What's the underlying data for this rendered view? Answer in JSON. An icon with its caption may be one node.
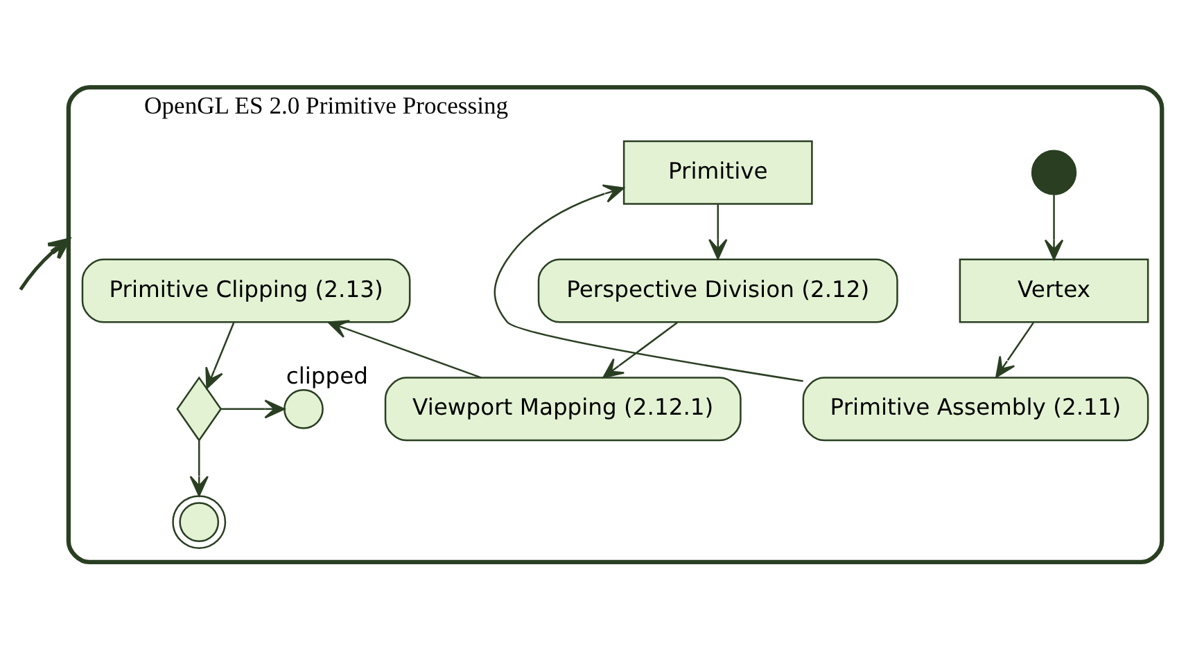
{
  "diagram": {
    "nodes": [
      {
        "text": [
          "OpenGL ES 2.0 Primitive Processing"
        ]
      },
      {
        "text": [],
        "shape": "circle",
        "in": 0
      },
      {
        "text": [
          "Vertex"
        ],
        "in": 0
      },
      {
        "text": [
          "Primitive Assembly (2.11)"
        ],
        "in": 0
      },
      {
        "text": [
          "Primitive"
        ],
        "in": 0
      },
      {
        "text": [
          "Perspective Division (2.12)"
        ],
        "in": 0
      },
      {
        "text": [
          "Viewport Mapping (2.12.1)"
        ],
        "in": 0
      },
      {
        "text": [
          "Primitive Clipping (2.13)"
        ],
        "in": 0
      },
      {
        "text": [],
        "shape": "diamond",
        "in": 0
      },
      {
        "text": [],
        "shape": "circle",
        "in": 0,
        "beside": [
          "clipped"
        ]
      },
      {
        "text": [],
        "shape": "circle",
        "in": 0
      }
    ],
    "edges": [
      {
        "from": null,
        "to": 0,
        "arrow": "to"
      },
      {
        "from": 1,
        "to": 2,
        "arrow": "to"
      },
      {
        "from": 2,
        "to": 3,
        "arrow": "to"
      },
      {
        "from": 3,
        "to": 4,
        "arrow": "to"
      },
      {
        "from": 4,
        "to": 5,
        "arrow": "to"
      },
      {
        "from": 5,
        "to": 6,
        "arrow": "to"
      },
      {
        "from": 6,
        "to": 7,
        "arrow": "to"
      },
      {
        "from": 7,
        "to": 8,
        "arrow": "to"
      },
      {
        "from": 8,
        "to": 9,
        "arrow": "to"
      },
      {
        "from": 8,
        "to": 10,
        "arrow": "to"
      }
    ]
  }
}
